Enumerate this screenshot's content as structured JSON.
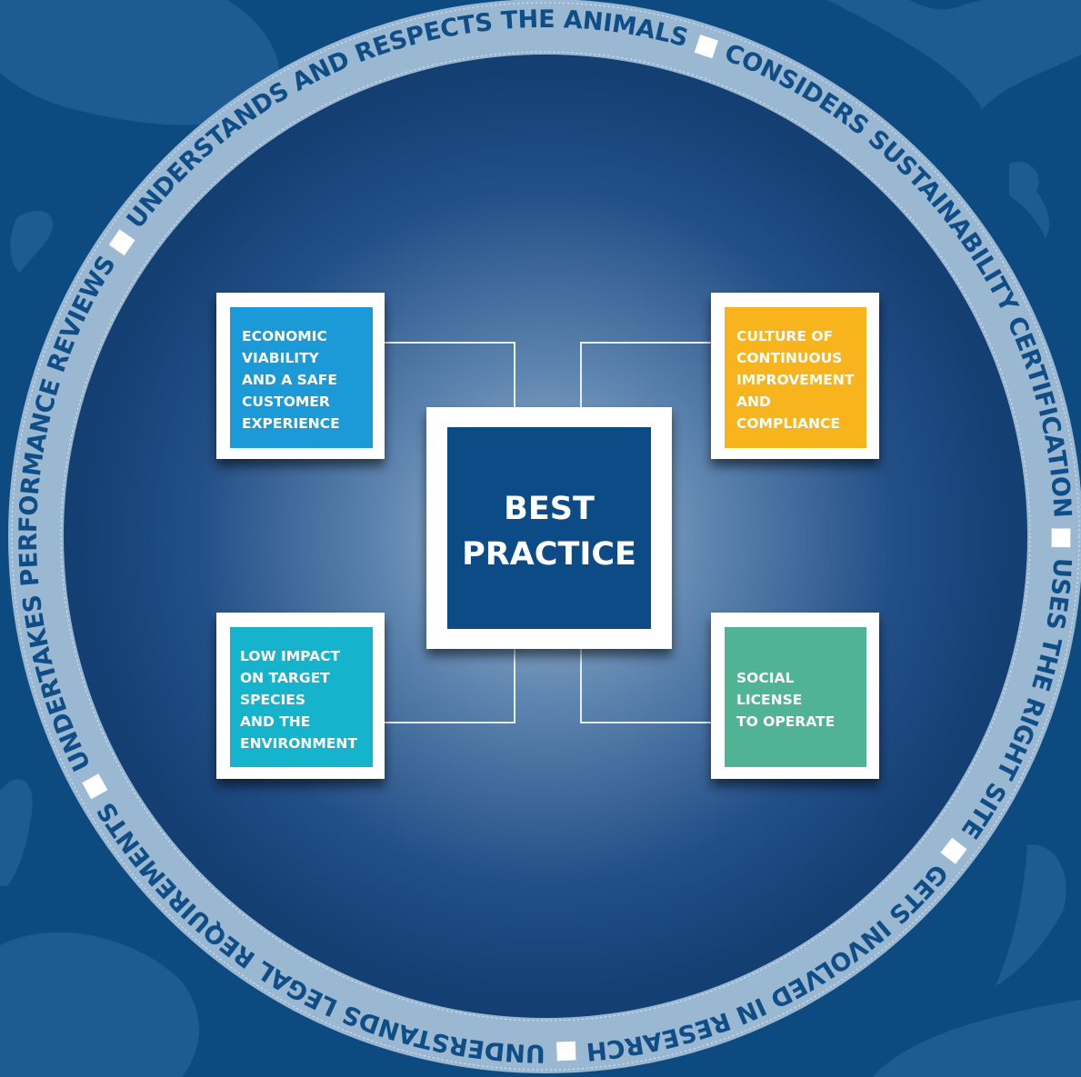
{
  "colors": {
    "background": "#0c4a80",
    "ring": "#9bb8d3",
    "ring_text": "#0f4d86",
    "center_box": "#0d4b86",
    "economic": "#1a9ad7",
    "culture": "#f7b41c",
    "low_impact": "#12b4cc",
    "social": "#4fb394"
  },
  "ring_segments": [
    "UNDERSTANDS LEGAL REQUIREMENTS",
    "UNDERTAKES PERFORMANCE REVIEWS",
    "UNDERSTANDS AND RESPECTS THE ANIMALS",
    "CONSIDERS SUSTAINABILITY CERTIFICATION",
    "USES THE RIGHT SITE",
    "GETS INVOLVED IN RESEARCH"
  ],
  "center": {
    "line1": "BEST",
    "line2": "PRACTICE"
  },
  "boxes": {
    "economic": [
      "ECONOMIC",
      "VIABILITY",
      "AND A SAFE",
      "CUSTOMER",
      "EXPERIENCE"
    ],
    "culture": [
      "CULTURE OF",
      "CONTINUOUS",
      "IMPROVEMENT",
      "AND",
      "COMPLIANCE"
    ],
    "low_impact": [
      "LOW IMPACT",
      "ON TARGET",
      "SPECIES",
      "AND THE",
      "ENVIRONMENT"
    ],
    "social": [
      "SOCIAL",
      "LICENSE",
      "TO OPERATE"
    ]
  }
}
